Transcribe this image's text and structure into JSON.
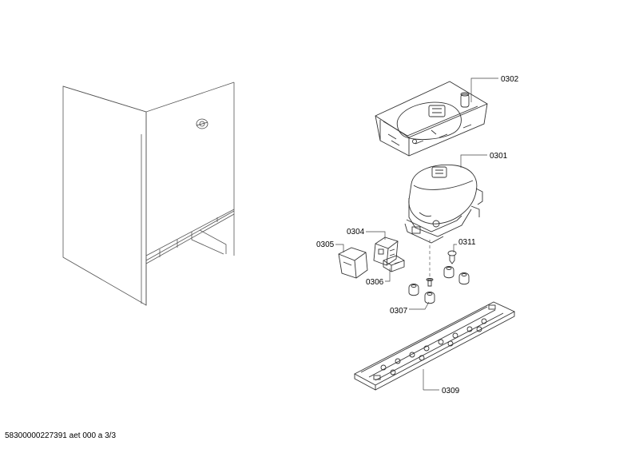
{
  "parts": [
    {
      "id": "p0302",
      "label": "0302"
    },
    {
      "id": "p0301",
      "label": "0301"
    },
    {
      "id": "p0304",
      "label": "0304"
    },
    {
      "id": "p0305",
      "label": "0305"
    },
    {
      "id": "p0311",
      "label": "0311"
    },
    {
      "id": "p0306",
      "label": "0306"
    },
    {
      "id": "p0307",
      "label": "0307"
    },
    {
      "id": "p0309",
      "label": "0309"
    }
  ],
  "footer": {
    "document_code": "58300000227391 aet 000 a 3/3"
  }
}
